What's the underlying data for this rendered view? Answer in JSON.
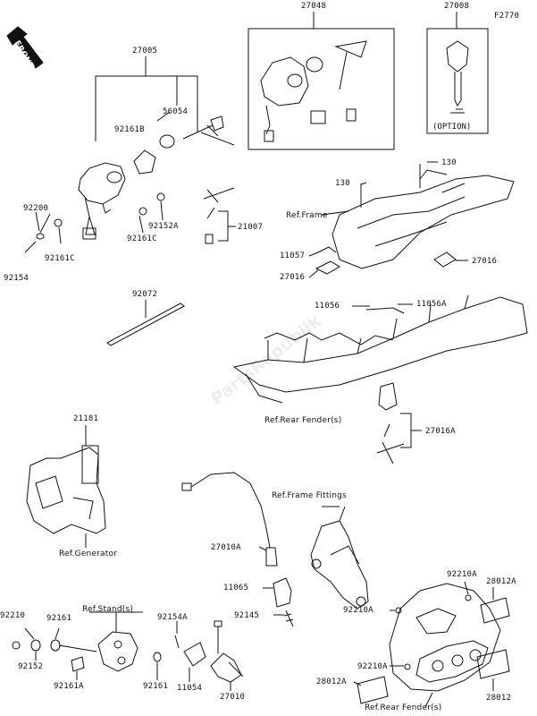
{
  "figure_code": "F2770",
  "front_label": "FRONT",
  "watermark": "PartsRepublik",
  "option_label": "(OPTION)",
  "labels": {
    "p27048": "27048",
    "p27008": "27008",
    "p27005": "27005",
    "p56054": "56054",
    "p92161B": "92161B",
    "p92200": "92200",
    "p92161C_a": "92161C",
    "p92152A": "92152A",
    "p92161C_b": "92161C",
    "p92154": "92154",
    "p21007": "21007",
    "p130_a": "130",
    "p130_b": "130",
    "ref_frame": "Ref.Frame",
    "p11057": "11057",
    "p27016_a": "27016",
    "p27016_b": "27016",
    "p92072": "92072",
    "p11056": "11056",
    "p11056A": "11056A",
    "ref_rear_fender_1": "Ref.Rear Fender(s)",
    "p27016A": "27016A",
    "p21181": "21181",
    "ref_generator": "Ref.Generator",
    "ref_frame_fittings": "Ref.Frame Fittings",
    "p27010A": "27010A",
    "p11065": "11065",
    "p92145": "92145",
    "p92210": "92210",
    "p92161": "92161",
    "ref_stand": "Ref.Stand(s)",
    "p92154A": "92154A",
    "p92152": "92152",
    "p92161A": "92161A",
    "p92161_b": "92161",
    "p11054": "11054",
    "p27010": "27010",
    "p92210A_a": "92210A",
    "p28012A_a": "28012A",
    "p92210A_b": "92210A",
    "p92210A_c": "92210A",
    "p28012A_b": "28012A",
    "ref_rear_fender_2": "Ref.Rear Fender(s)",
    "p28012": "28012"
  }
}
